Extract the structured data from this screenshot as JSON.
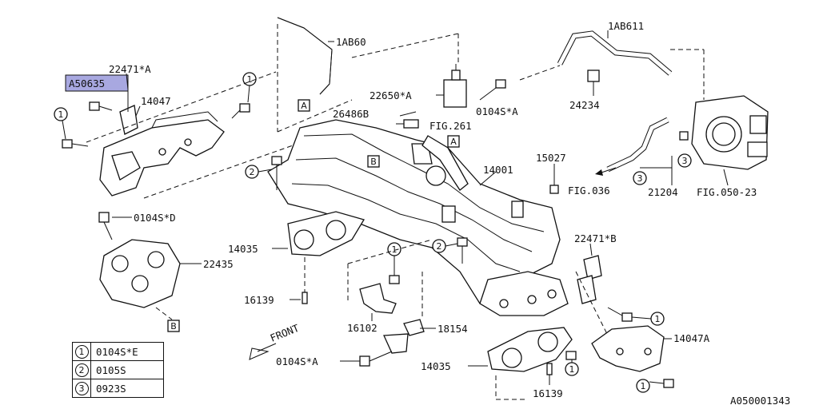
{
  "highlight_label": "A50635",
  "part_labels": {
    "p22471A": "22471*A",
    "p14047": "14047",
    "p1AB60": "1AB60",
    "p22650A": "22650*A",
    "p0104SA_top": "0104S*A",
    "p26486B": "26486B",
    "fig261": "FIG.261",
    "p1AB611": "1AB611",
    "p24234": "24234",
    "p15027": "15027",
    "p14001": "14001",
    "fig036": "FIG.036",
    "p21204": "21204",
    "fig050": "FIG.050-23",
    "p0104SD": "0104S*D",
    "p22435": "22435",
    "p14035_left": "14035",
    "p16139_left": "16139",
    "p16102": "16102",
    "p18154": "18154",
    "p0104SA_bottom": "0104S*A",
    "p14035_bottom": "14035",
    "p16139_bottom": "16139",
    "p22471B": "22471*B",
    "p14047A": "14047A",
    "front": "FRONT",
    "doc_id": "A050001343"
  },
  "ref_letters": {
    "a": "A",
    "b": "B"
  },
  "callout_numbers": {
    "one": "1",
    "two": "2",
    "three": "3"
  },
  "legend": [
    {
      "symbol": "1",
      "code": "0104S*E"
    },
    {
      "symbol": "2",
      "code": "0105S"
    },
    {
      "symbol": "3",
      "code": "0923S"
    }
  ],
  "colors": {
    "highlight_fill": "#a8a8e0",
    "ink": "#111111",
    "background": "#ffffff"
  }
}
